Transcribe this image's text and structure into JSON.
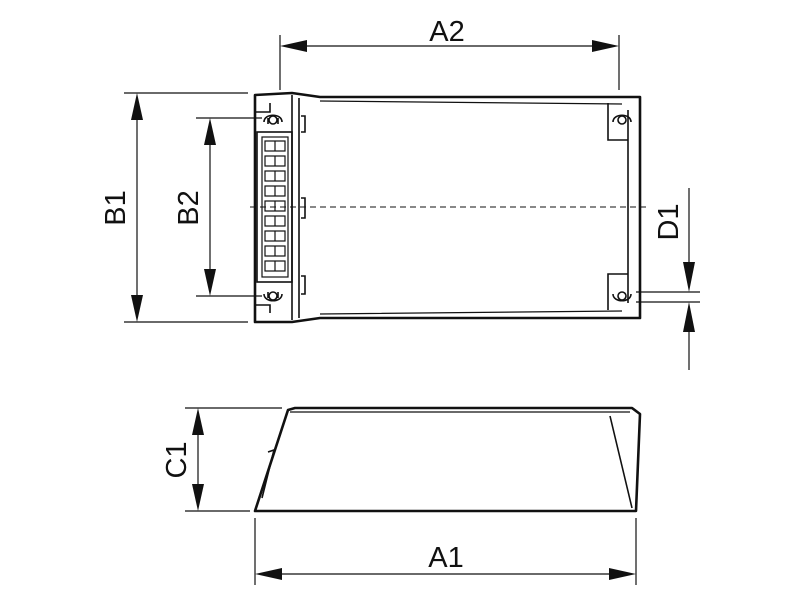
{
  "labels": {
    "a1": "A1",
    "a2": "A2",
    "b1": "B1",
    "b2": "B2",
    "c1": "C1",
    "d1": "D1"
  },
  "colors": {
    "line": "#111111",
    "background": "#ffffff"
  }
}
